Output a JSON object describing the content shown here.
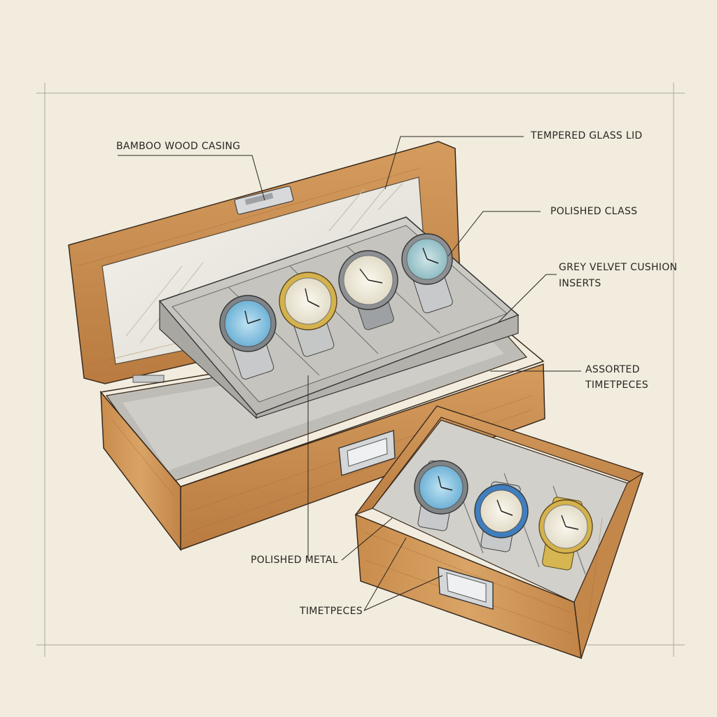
{
  "labels": {
    "bamboo_casing": "BAMBOO WOOD CASING",
    "tempered_glass_lid": "TEMPERED GLASS LID",
    "polished_class": "POLISHED CLASS",
    "velvet_cushion": [
      "GREY VELVET CUSHION",
      "INSERTS"
    ],
    "assorted_timepieces": [
      "ASSORTED",
      "TIMETPECES"
    ],
    "polished_metal": "POLISHED METAL",
    "timepieces": "TIMETPECES"
  },
  "colors": {
    "paper": "#f1ecde",
    "wood": "#cd9456",
    "wood_dark": "#a8703c",
    "velvet": "#c9c7c2",
    "metal": "#c9cbcd",
    "ink": "#2a2622",
    "dial_blue": "#8ec8e6",
    "dial_cream": "#f3efe0",
    "dial_gold": "#d4b24c"
  },
  "icons": {
    "watch": "watch-icon",
    "clasp": "clasp-icon",
    "handle": "handle-icon"
  }
}
